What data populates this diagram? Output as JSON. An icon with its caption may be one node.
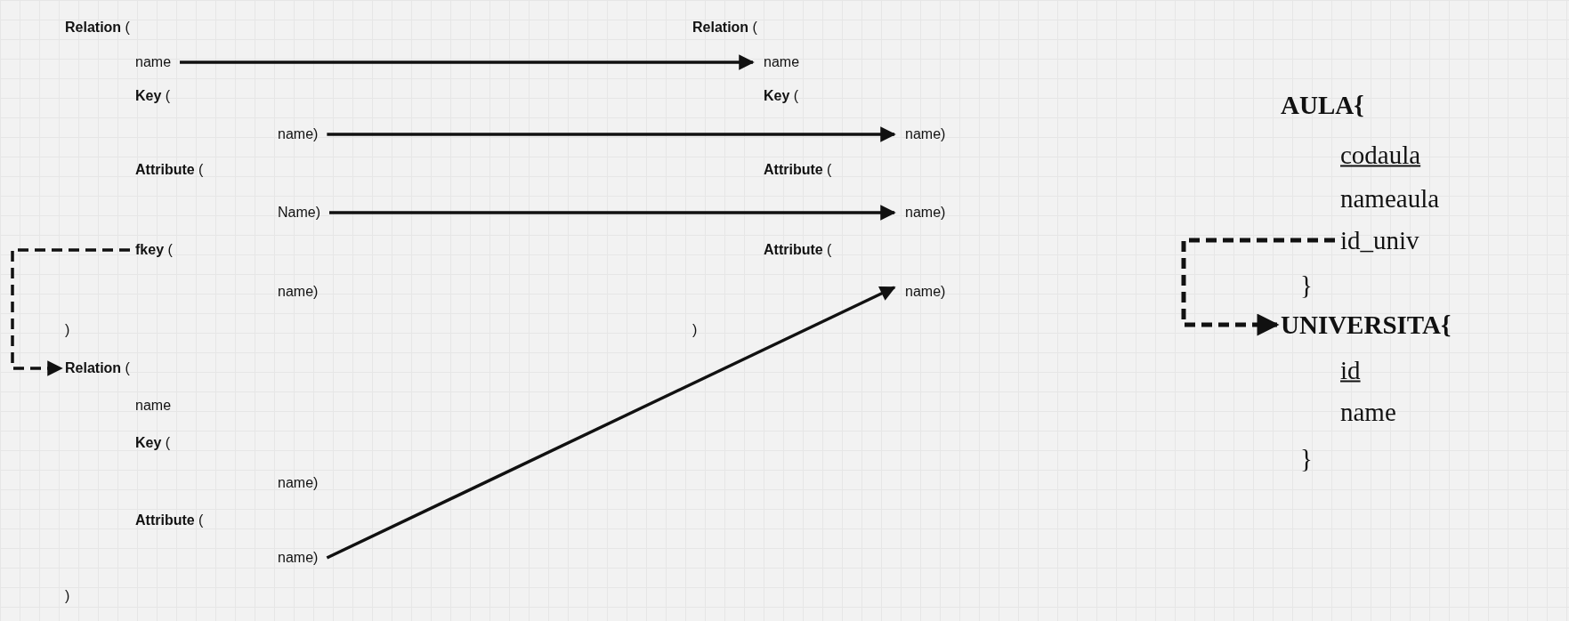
{
  "diagram": {
    "nodes": [
      {
        "text": [
          "name"
        ]
      },
      {
        "text": [
          "name"
        ]
      },
      {
        "text": [
          "name)"
        ]
      },
      {
        "text": [
          "name)"
        ]
      },
      {
        "text": [
          "Name)"
        ]
      },
      {
        "text": [
          "name)"
        ]
      },
      {
        "text": [
          "**fkey** ("
        ]
      },
      {
        "text": [
          "**Relation** ("
        ]
      },
      {
        "text": [
          "name)"
        ]
      },
      {
        "text": [
          "name)"
        ]
      },
      {
        "text": [
          "id_univ"
        ]
      },
      {
        "text": [
          "UNIVERSITA{"
        ]
      }
    ],
    "edges": [
      {
        "from": 0,
        "to": 1,
        "arrow": "to"
      },
      {
        "from": 2,
        "to": 3,
        "arrow": "to"
      },
      {
        "from": 4,
        "to": 5,
        "arrow": "to"
      },
      {
        "from": 6,
        "to": 7,
        "arrow": "to",
        "style": "dashed"
      },
      {
        "from": 8,
        "to": 9,
        "arrow": "to"
      },
      {
        "from": 10,
        "to": 11,
        "arrow": "to",
        "style": "dashed"
      }
    ],
    "labels": [
      "**Relation** (",
      "**Key** (",
      "**Attribute** (",
      "name)",
      ")",
      "name",
      "**Key** (",
      "name)",
      "**Attribute** (",
      ")",
      "**Relation** (",
      "**Key** (",
      "**Attribute** (",
      "**Attribute** (",
      ")",
      "AULA{",
      "codaula",
      "nameaula",
      "}",
      "id",
      "name",
      "}"
    ]
  }
}
